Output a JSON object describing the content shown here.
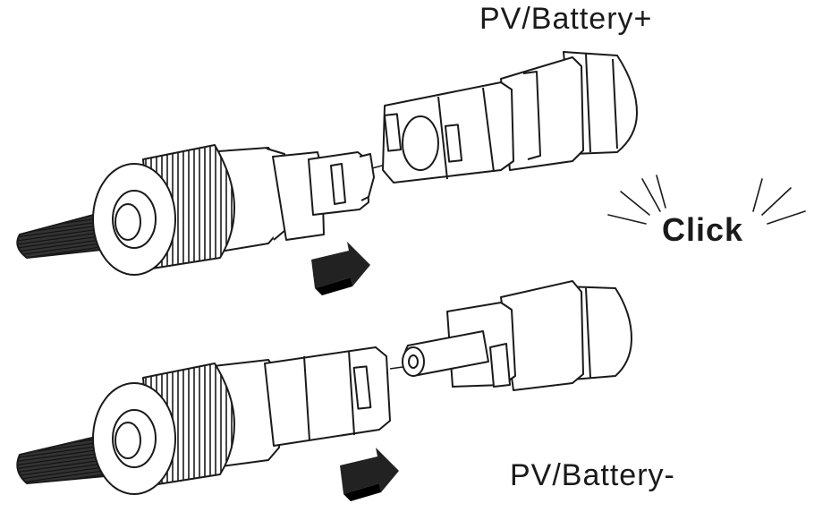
{
  "labels": {
    "positive": "PV/Battery+",
    "negative": "PV/Battery-",
    "click": "Click"
  },
  "colors": {
    "line": "#1a1a1a",
    "fill": "#ffffff",
    "arrow": "#222222"
  },
  "icons": {
    "direction": "arrow-right-icon",
    "sound": "click-burst-icon"
  }
}
